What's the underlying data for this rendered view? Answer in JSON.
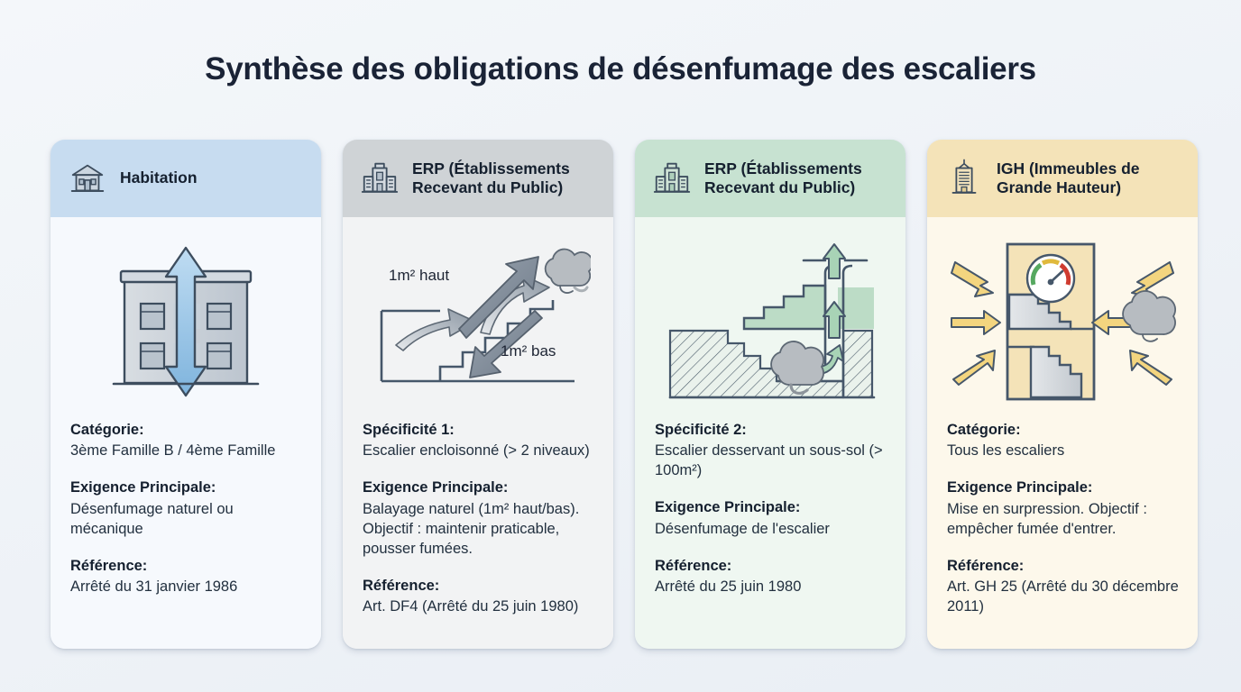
{
  "page": {
    "title": "Synthèse des obligations de désenfumage des escaliers",
    "background_color": "#eef2f7"
  },
  "cards": [
    {
      "id": "habitation",
      "icon": "house-icon",
      "title": "Habitation",
      "header_color": "#c7dcf0",
      "body_color": "#f6f9fd",
      "accent_color": "#7db2de",
      "illustration": "building-vertical-airflow-arrows",
      "facts": [
        {
          "label": "Catégorie:",
          "value": "3ème Famille B / 4ème Famille"
        },
        {
          "label": "Exigence Principale:",
          "value": "Désenfumage naturel ou mécanique"
        },
        {
          "label": "Référence:",
          "value": "Arrêté du 31 janvier 1986"
        }
      ]
    },
    {
      "id": "erp-1",
      "icon": "building-icon",
      "title": "ERP (Établissements Recevant du Public)",
      "header_color": "#cfd3d6",
      "body_color": "#f2f3f4",
      "accent_color": "#8d98a4",
      "illustration": "staircase-sweep-arrows-smoke",
      "illustration_labels": {
        "top": "1m² haut",
        "bottom": "1m² bas"
      },
      "facts": [
        {
          "label": "Spécificité 1:",
          "value": "Escalier encloisonné (> 2 niveaux)"
        },
        {
          "label": "Exigence Principale:",
          "value": "Balayage naturel (1m² haut/bas). Objectif : maintenir praticable, pousser fumées."
        },
        {
          "label": "Référence:",
          "value": "Art. DF4 (Arrêté du 25 juin 1980)"
        }
      ]
    },
    {
      "id": "erp-2",
      "icon": "building-icon",
      "title": "ERP (Établissements Recevant du Public)",
      "header_color": "#c7e2d1",
      "body_color": "#eff7f1",
      "accent_color": "#79b894",
      "illustration": "basement-staircase-smoke-extraction",
      "facts": [
        {
          "label": "Spécificité 2:",
          "value": "Escalier desservant un sous-sol (> 100m²)"
        },
        {
          "label": "Exigence Principale:",
          "value": "Désenfumage de l'escalier"
        },
        {
          "label": "Référence:",
          "value": "Arrêté du 25 juin 1980"
        }
      ]
    },
    {
      "id": "igh",
      "icon": "tower-icon",
      "title": "IGH (Immeubles de Grande Hauteur)",
      "header_color": "#f4e3b8",
      "body_color": "#fdf8eb",
      "accent_color": "#e8c46a",
      "illustration": "pressurized-stairwell-gauge-arrows",
      "facts": [
        {
          "label": "Catégorie:",
          "value": "Tous les escaliers"
        },
        {
          "label": "Exigence Principale:",
          "value": "Mise en surpression. Objectif : empêcher fumée d'entrer."
        },
        {
          "label": "Référence:",
          "value": "Art. GH 25 (Arrêté du 30 décembre 2011)"
        }
      ]
    }
  ]
}
